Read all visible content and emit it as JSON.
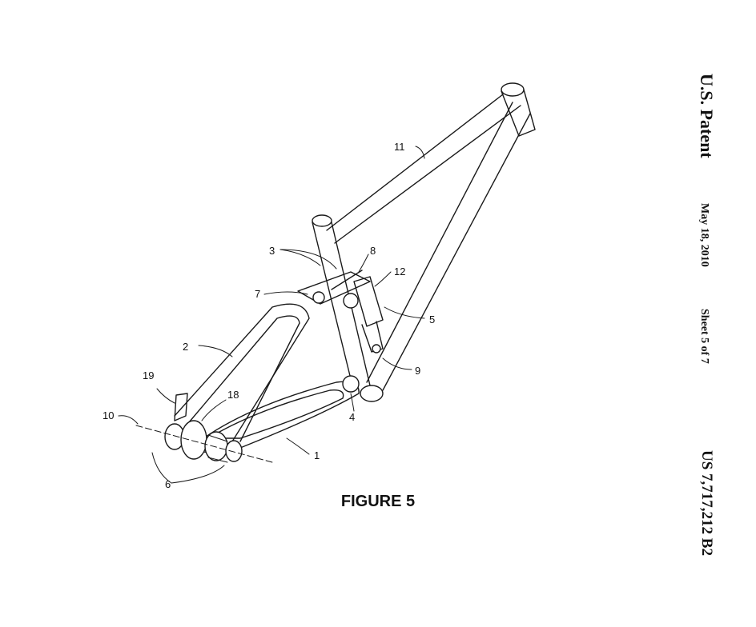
{
  "header": {
    "title": "U.S. Patent",
    "date": "May 18, 2010",
    "sheet": "Sheet 5 of 7",
    "patent_number": "US 7,717,212 B2"
  },
  "figure": {
    "caption": "FIGURE 5",
    "labels": {
      "l1": "1",
      "l2": "2",
      "l3": "3",
      "l4": "4",
      "l5": "5",
      "l6": "6",
      "l7": "7",
      "l8": "8",
      "l9": "9",
      "l10": "10",
      "l11": "11",
      "l12": "12",
      "l18": "18",
      "l19": "19"
    }
  }
}
